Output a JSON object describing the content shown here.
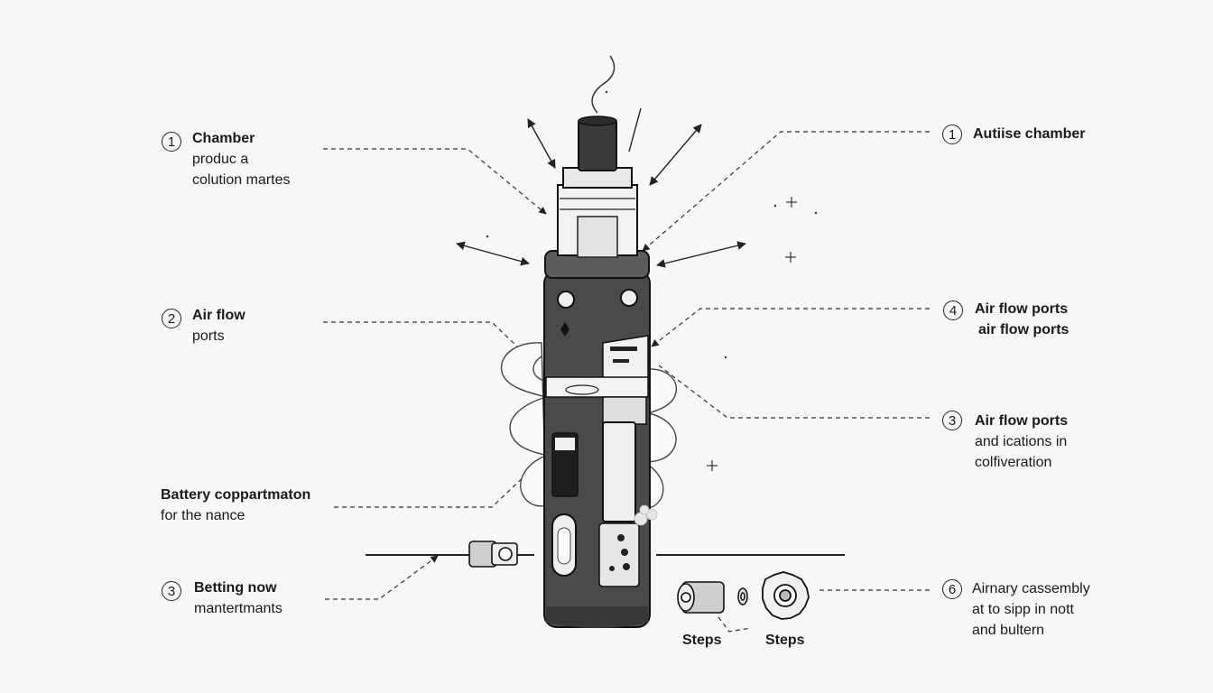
{
  "callouts": [
    {
      "num": "1",
      "title": "Chamber",
      "lines": [
        "produc a",
        "colution martes"
      ]
    },
    {
      "num": "2",
      "title": "Air flow",
      "lines": [
        "ports"
      ]
    },
    {
      "num": "",
      "title": "Battery coppartmaton",
      "lines": [
        "for the nance"
      ]
    },
    {
      "num": "3",
      "title": "Betting now",
      "lines": [
        "mantertmants"
      ]
    },
    {
      "num": "1",
      "title": "Autiise chamber",
      "lines": []
    },
    {
      "num": "4",
      "title": "Air flow ports",
      "lines": [
        "air flow ports"
      ]
    },
    {
      "num": "3",
      "title": "Air flow ports",
      "lines": [
        "and ications in",
        "colfiveration"
      ]
    },
    {
      "num": "6",
      "title": "Airnary cassembly",
      "lines": [
        "at to sipp in nott",
        "and bultern"
      ]
    }
  ],
  "steps": [
    "Steps",
    "Steps"
  ]
}
